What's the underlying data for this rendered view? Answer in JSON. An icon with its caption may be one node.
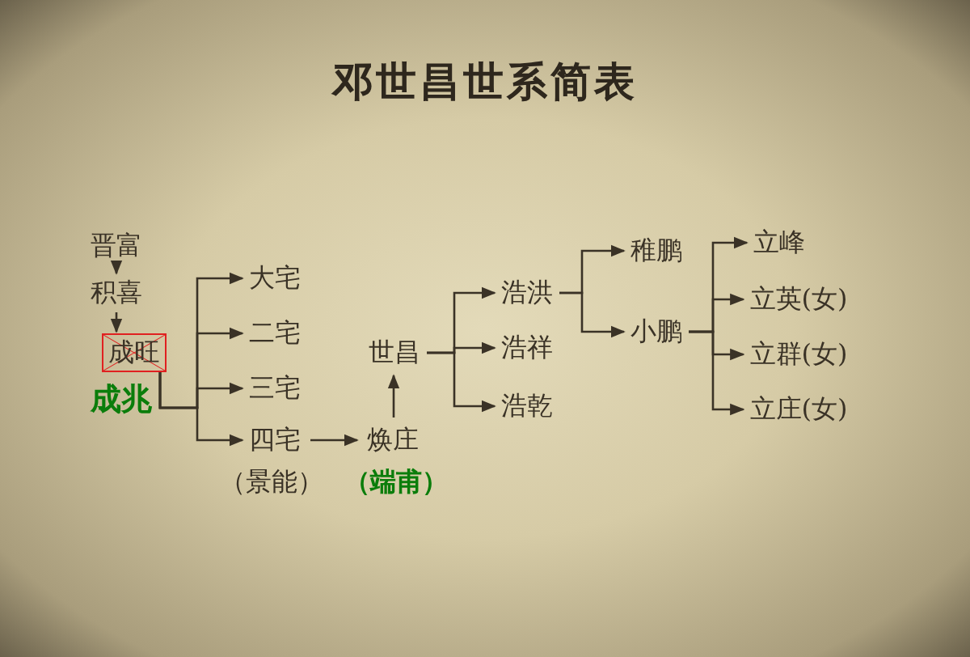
{
  "diagram": {
    "title": "邓世昌世系简表",
    "nodes": [
      {
        "text": [
          "晋富"
        ]
      },
      {
        "text": [
          "积喜"
        ]
      },
      {
        "text": [
          "成旺"
        ],
        "beside": [
          "成兆"
        ]
      },
      {
        "text": [
          "大宅"
        ]
      },
      {
        "text": [
          "二宅"
        ]
      },
      {
        "text": [
          "三宅"
        ]
      },
      {
        "text": [
          "四宅"
        ],
        "beside": [
          "（景能）"
        ]
      },
      {
        "text": [
          "焕庄"
        ],
        "beside": [
          "（端甫）"
        ]
      },
      {
        "text": [
          "世昌"
        ]
      },
      {
        "text": [
          "浩洪"
        ]
      },
      {
        "text": [
          "浩祥"
        ]
      },
      {
        "text": [
          "浩乾"
        ]
      },
      {
        "text": [
          "稚鹏"
        ]
      },
      {
        "text": [
          "小鹏"
        ]
      },
      {
        "text": [
          "立峰"
        ]
      },
      {
        "text": [
          "立英(女)"
        ]
      },
      {
        "text": [
          "立群(女)"
        ]
      },
      {
        "text": [
          "立庄(女)"
        ]
      }
    ],
    "edges": [
      {
        "from": 0,
        "to": 1,
        "arrow": "to"
      },
      {
        "from": 1,
        "to": 2,
        "arrow": "to"
      },
      {
        "from": 2,
        "to": 3,
        "arrow": "to"
      },
      {
        "from": 2,
        "to": 4,
        "arrow": "to"
      },
      {
        "from": 2,
        "to": 5,
        "arrow": "to"
      },
      {
        "from": 2,
        "to": 6,
        "arrow": "to"
      },
      {
        "from": 6,
        "to": 7,
        "arrow": "to"
      },
      {
        "from": 7,
        "to": 8,
        "arrow": "to"
      },
      {
        "from": 8,
        "to": 9,
        "arrow": "to"
      },
      {
        "from": 8,
        "to": 10,
        "arrow": "to"
      },
      {
        "from": 8,
        "to": 11,
        "arrow": "to"
      },
      {
        "from": 9,
        "to": 12,
        "arrow": "to"
      },
      {
        "from": 9,
        "to": 13,
        "arrow": "to"
      },
      {
        "from": 13,
        "to": 14,
        "arrow": "to"
      },
      {
        "from": 13,
        "to": 15,
        "arrow": "to"
      },
      {
        "from": 13,
        "to": 16,
        "arrow": "to"
      },
      {
        "from": 13,
        "to": 17,
        "arrow": "to"
      }
    ]
  }
}
